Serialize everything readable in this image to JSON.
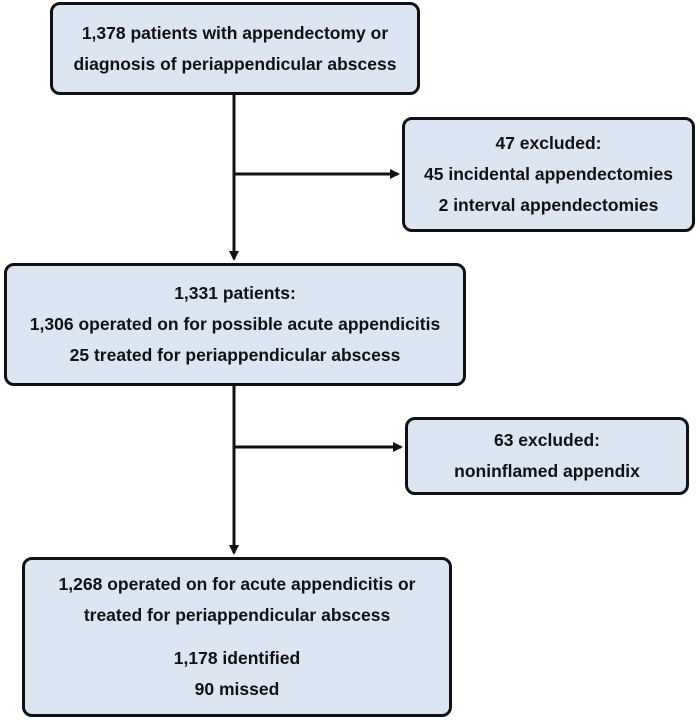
{
  "boxes": {
    "start": {
      "lines": [
        "1,378 patients with appendectomy or",
        "diagnosis of periappendicular abscess"
      ]
    },
    "excluded_1": {
      "lines": [
        "47 excluded:",
        "45 incidental appendectomies",
        "2 interval appendectomies"
      ]
    },
    "middle": {
      "lines": [
        "1,331 patients:",
        "1,306 operated on for possible acute appendicitis",
        "25 treated for periappendicular abscess"
      ]
    },
    "excluded_2": {
      "lines": [
        "63 excluded:",
        "noninflamed appendix"
      ]
    },
    "final": {
      "lines": [
        "1,268 operated on for acute appendicitis or",
        "treated for periappendicular abscess"
      ],
      "sublines": [
        "1,178 identified",
        "90 missed"
      ]
    }
  },
  "colors": {
    "box_fill": "#dbe6f2",
    "border": "#111111",
    "text": "#111111"
  }
}
